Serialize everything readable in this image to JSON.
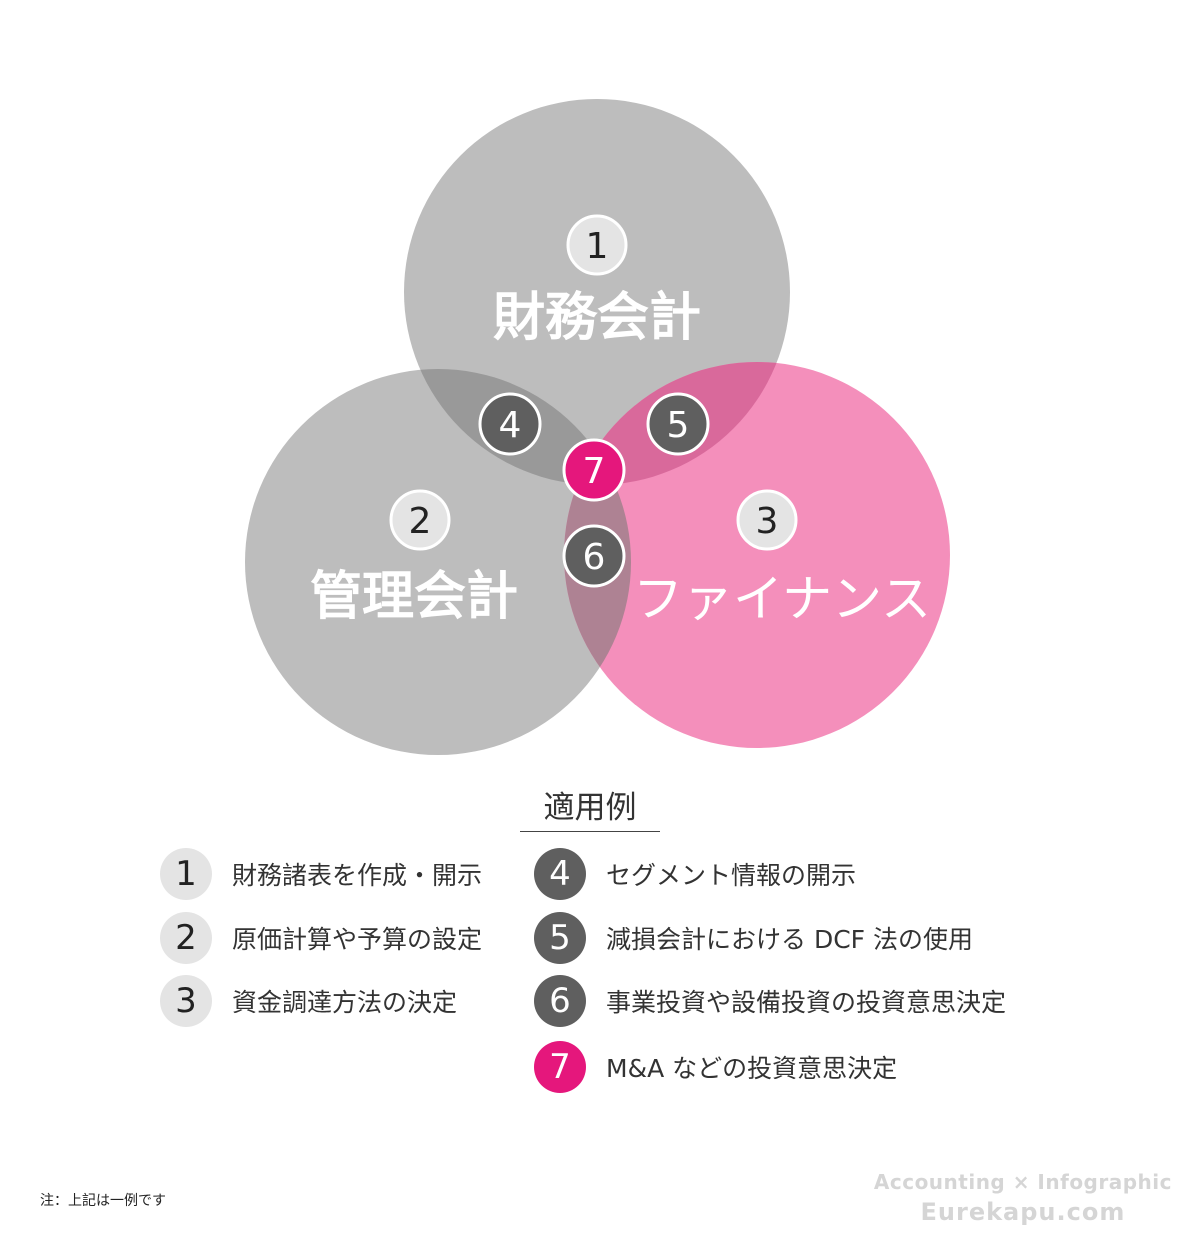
{
  "colors": {
    "gray_circle": "#bdbdbd",
    "pink_circle": "#f48fbb",
    "dark_badge": "#5f5f5f",
    "light_badge": "#e4e4e4",
    "magenta": "#e5177c"
  },
  "venn": {
    "circles": [
      {
        "id": "financial",
        "number": "1",
        "label": "財務会計"
      },
      {
        "id": "management",
        "number": "2",
        "label": "管理会計"
      },
      {
        "id": "finance",
        "number": "3",
        "label": "ファイナンス"
      }
    ],
    "intersections": [
      {
        "number": "4",
        "sets": [
          "financial",
          "management"
        ]
      },
      {
        "number": "5",
        "sets": [
          "financial",
          "finance"
        ]
      },
      {
        "number": "6",
        "sets": [
          "management",
          "finance"
        ]
      },
      {
        "number": "7",
        "sets": [
          "financial",
          "management",
          "finance"
        ]
      }
    ]
  },
  "legend": {
    "title": "適用例",
    "items": [
      {
        "number": "1",
        "text": "財務諸表を作成・開示",
        "style": "light"
      },
      {
        "number": "2",
        "text": "原価計算や予算の設定",
        "style": "light"
      },
      {
        "number": "3",
        "text": "資金調達方法の決定",
        "style": "light"
      },
      {
        "number": "4",
        "text": "セグメント情報の開示",
        "style": "dark"
      },
      {
        "number": "5",
        "text": "減損会計における DCF 法の使用",
        "style": "dark"
      },
      {
        "number": "6",
        "text": "事業投資や設備投資の投資意思決定",
        "style": "dark"
      },
      {
        "number": "7",
        "text": "M&A などの投資意思決定",
        "style": "magenta"
      }
    ]
  },
  "footer": {
    "note": "注：上記は一例です",
    "brand_line1": "Accounting × Infographic",
    "brand_line2": "Eurekapu.com"
  }
}
